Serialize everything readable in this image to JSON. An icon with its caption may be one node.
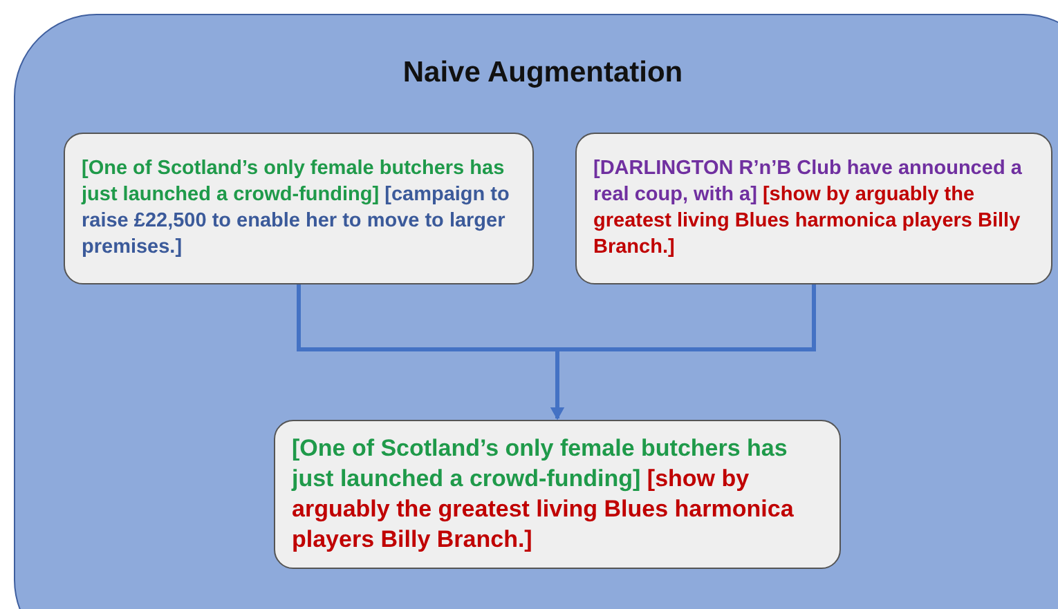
{
  "diagram": {
    "nodes": [
      {
        "text": [
          "Naive Augmentation"
        ]
      },
      {
        "text": [
          "[One of Scotland’s only female butchers has just launched a crowd-funding]",
          "[campaign to raise £22,500 to enable her to move to larger premises.]"
        ],
        "in": 0
      },
      {
        "text": [
          "[DARLINGTON R’n’B Club have announced a real coup, with a]",
          "[show by arguably the greatest living Blues harmonica players Billy Branch.]"
        ],
        "in": 0
      },
      {
        "text": [
          "[One of Scotland’s only female butchers has just launched a crowd-funding]",
          "[show by arguably the greatest living Blues harmonica players Billy Branch.]"
        ],
        "in": 0
      }
    ],
    "edges": [
      {
        "from": 1,
        "to": 3,
        "arrow": "to"
      },
      {
        "from": 2,
        "to": 3,
        "arrow": "to"
      }
    ]
  }
}
